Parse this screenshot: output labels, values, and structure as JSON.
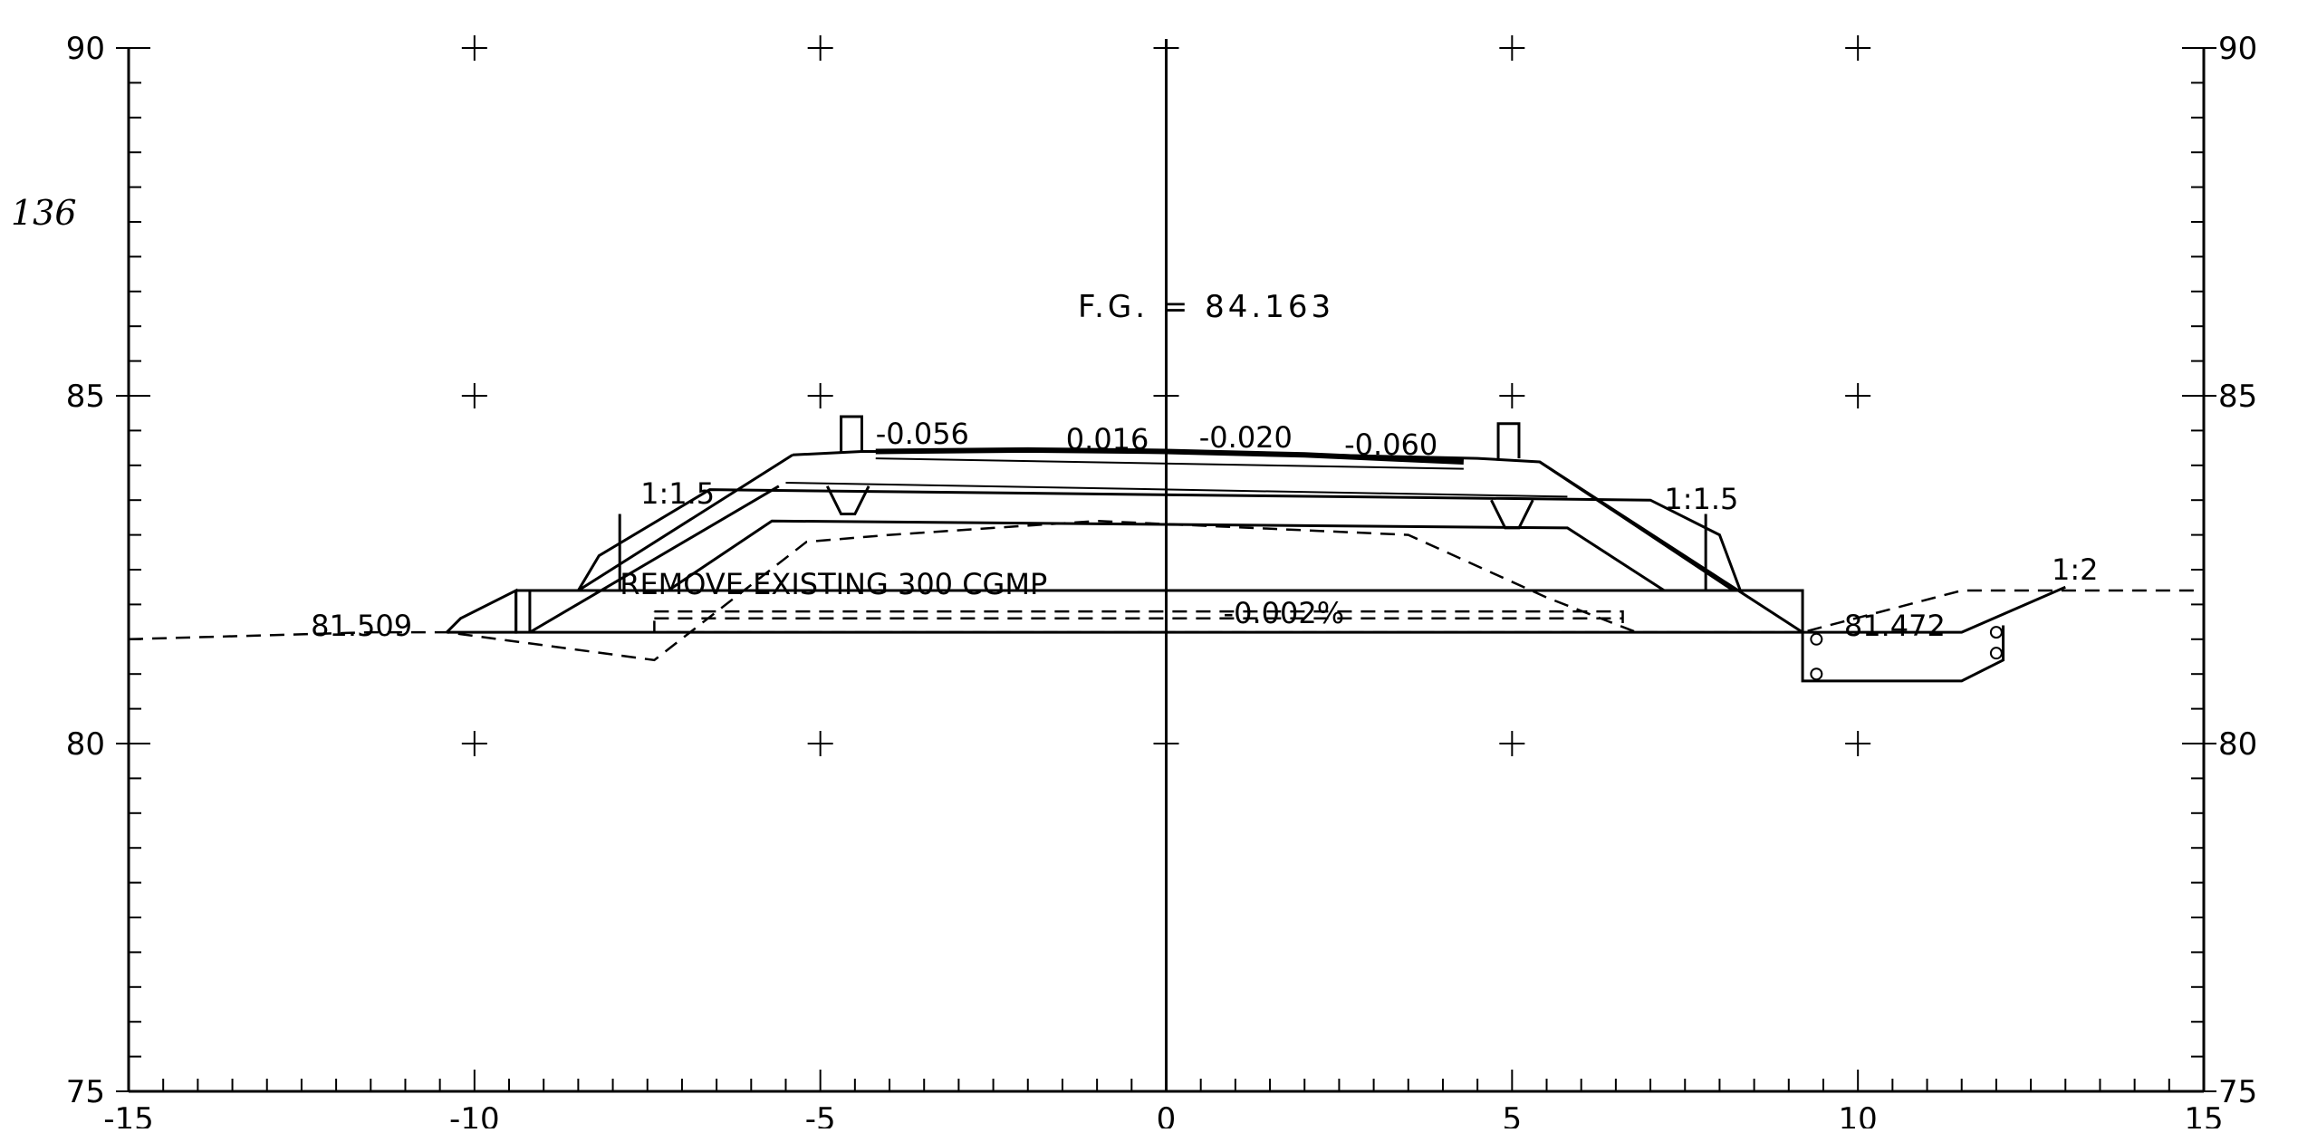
{
  "x_axis": {
    "min": -15,
    "max": 15,
    "major": [
      -15,
      -10,
      -5,
      0,
      5,
      10,
      15
    ],
    "labels": [
      "-15",
      "-10",
      "-5",
      "0",
      "5",
      "10",
      "15"
    ]
  },
  "y_axis": {
    "min": 75,
    "max": 90,
    "major": [
      75,
      80,
      85,
      90
    ],
    "labels": [
      "75",
      "80",
      "85",
      "90"
    ]
  },
  "annotations": {
    "finished_grade": "F.G. = 84.163",
    "remove_pipe": "REMOVE EXISTING 300 CGMP",
    "pipe_slope": "-0.002%",
    "elev_left": "81.509",
    "elev_right": "81.472",
    "slope_left": "1:1.5",
    "slope_right": "1:1.5",
    "slope_ditch": "1:2",
    "cross_slope_1": "-0.056",
    "cross_slope_2": "0.016",
    "cross_slope_3": "-0.020",
    "cross_slope_4": "-0.060",
    "margin_note": "136"
  },
  "profiles": {
    "existing_ground": [
      [
        -15,
        81.5
      ],
      [
        -11.5,
        81.6
      ],
      [
        -10.4,
        81.6
      ],
      [
        -7.4,
        81.2
      ],
      [
        -5.2,
        82.9
      ],
      [
        -4,
        83.0
      ],
      [
        -1,
        83.2
      ],
      [
        3.5,
        83.0
      ],
      [
        5.5,
        82.1
      ],
      [
        6.8,
        81.6
      ],
      [
        9.2,
        81.6
      ],
      [
        11.5,
        82.2
      ],
      [
        15,
        82.2
      ]
    ],
    "pipe_outline": [
      [
        -7.4,
        81.9
      ],
      [
        6.6,
        81.9
      ],
      [
        6.6,
        81.6
      ],
      [
        -7.4,
        81.6
      ],
      [
        -7.4,
        81.9
      ]
    ],
    "design_top": [
      [
        -5.4,
        84.15
      ],
      [
        -4.4,
        84.2
      ],
      [
        0,
        84.2
      ],
      [
        4.5,
        84.1
      ],
      [
        5.4,
        84.05
      ],
      [
        8.2,
        82.2
      ]
    ],
    "design_left_slope": [
      [
        -5.4,
        84.15
      ],
      [
        -8.5,
        82.2
      ]
    ],
    "road_base": [
      [
        -9.4,
        82.2
      ],
      [
        9.2,
        82.2
      ],
      [
        9.2,
        81.6
      ],
      [
        -9.4,
        81.6
      ],
      [
        -9.4,
        82.2
      ]
    ]
  }
}
